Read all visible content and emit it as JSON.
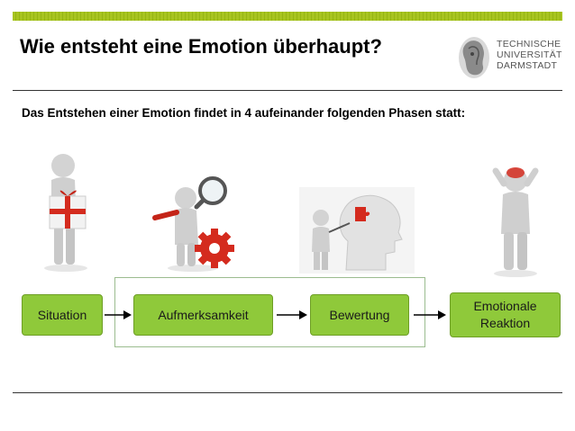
{
  "slide": {
    "title": "Wie entsteht eine Emotion überhaupt?",
    "subtitle": "Das Entstehen einer Emotion findet in 4 aufeinander folgenden Phasen statt:"
  },
  "logo": {
    "lines": [
      "TECHNISCHE",
      "UNIVERSITÄT",
      "DARMSTADT"
    ]
  },
  "phases": [
    {
      "label": "Situation"
    },
    {
      "label": "Aufmerksamkeit"
    },
    {
      "label": "Bewertung"
    },
    {
      "label": "Emotionale Reaktion"
    }
  ],
  "colors": {
    "accent_bar": "#a8c420",
    "phase_box": "#8fc93a",
    "frame": "#9bbc8f"
  },
  "icons": [
    "gift-person-icon",
    "magnifier-person-icon",
    "puzzle-head-icon",
    "headache-person-icon"
  ]
}
